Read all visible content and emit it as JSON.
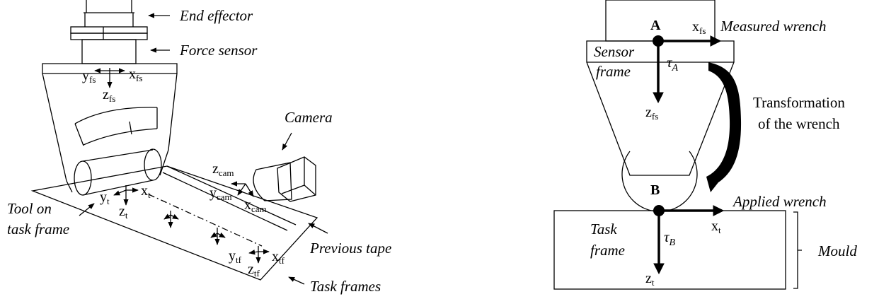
{
  "left": {
    "labels": {
      "end_effector": "End effector",
      "force_sensor": "Force sensor",
      "camera": "Camera",
      "tool_task_frame_1": "Tool on",
      "tool_task_frame_2": "task frame",
      "previous_tape": "Previous tape",
      "task_frames": "Task frames"
    },
    "axes": {
      "y_fs": "y",
      "y_fs_sub": "fs",
      "x_fs": "x",
      "x_fs_sub": "fs",
      "z_fs": "z",
      "z_fs_sub": "fs",
      "z_cam": "z",
      "z_cam_sub": "cam",
      "y_cam": "y",
      "y_cam_sub": "cam",
      "x_cam": "x",
      "x_cam_sub": "cam",
      "y_t": "y",
      "y_t_sub": "t",
      "x_t": "x",
      "x_t_sub": "t",
      "z_t": "z",
      "z_t_sub": "t",
      "y_tf": "y",
      "y_tf_sub": "tf",
      "x_tf": "x",
      "x_tf_sub": "tf",
      "z_tf": "z",
      "z_tf_sub": "tf"
    }
  },
  "right": {
    "point_a": "A",
    "point_b": "B",
    "sensor_frame_1": "Sensor",
    "sensor_frame_2": "frame",
    "tau_a": "τ",
    "tau_a_sub": "A",
    "tau_b": "τ",
    "tau_b_sub": "B",
    "measured_wrench": "Measured wrench",
    "applied_wrench": "Applied wrench",
    "transformation_1": "Transformation",
    "transformation_2": "of the wrench",
    "task_frame_1": "Task",
    "task_frame_2": "frame",
    "mould": "Mould",
    "x_fs": "x",
    "x_fs_sub": "fs",
    "z_fs": "z",
    "z_fs_sub": "fs",
    "x_t": "x",
    "x_t_sub": "t",
    "z_t": "z",
    "z_t_sub": "t"
  }
}
